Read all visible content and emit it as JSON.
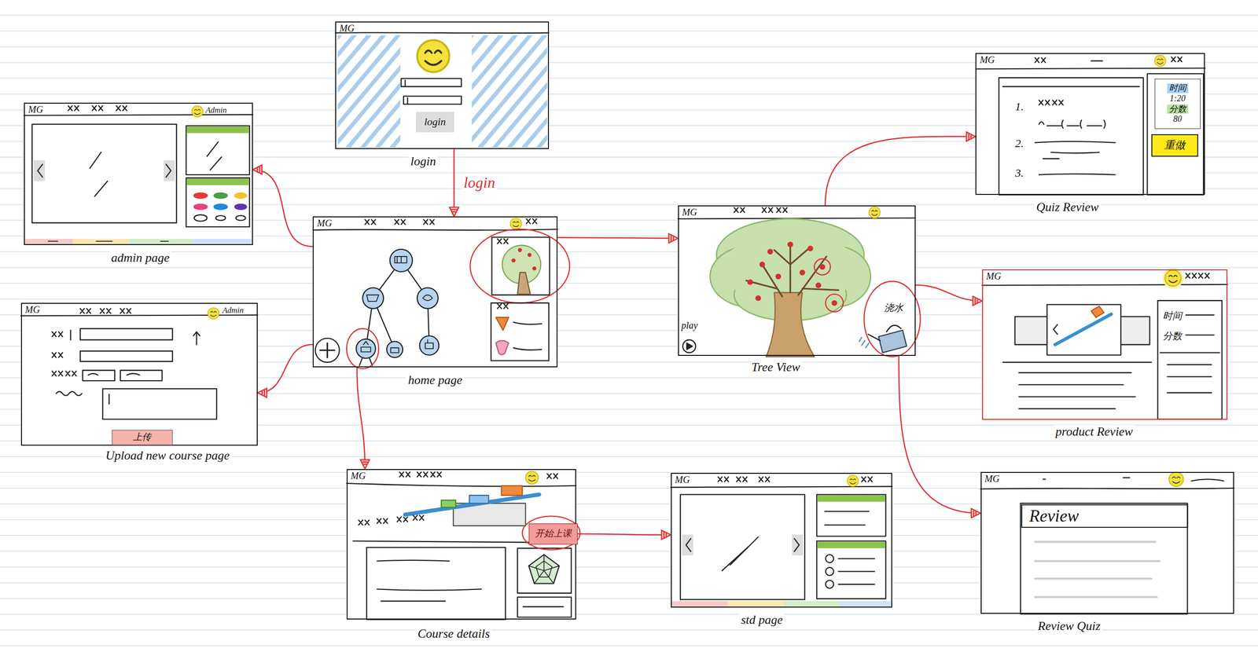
{
  "diagram": {
    "nodes": [
      {
        "text": [
          "MG",
          "login"
        ]
      },
      {
        "text": [
          "login"
        ],
        "in": 0
      },
      {
        "text": [
          "MG",
          "Admin",
          "admin page"
        ]
      },
      {
        "text": [
          "MG",
          "home page"
        ]
      },
      {
        "text": [
          "MG",
          "play",
          "浇水",
          "Tree View"
        ]
      },
      {
        "text": [
          "MG",
          "1.",
          "2.",
          "3.",
          "Quiz Review"
        ]
      },
      {
        "text": [
          "时间",
          "1:20",
          "分数",
          "80"
        ],
        "in": 5
      },
      {
        "text": [
          "重做"
        ],
        "in": 5
      },
      {
        "text": [
          "MG",
          "Admin",
          "Upload new course page"
        ]
      },
      {
        "text": [
          "上传"
        ],
        "in": 8
      },
      {
        "text": [
          "MG",
          "时间",
          "分数",
          "product Review"
        ]
      },
      {
        "text": [
          "MG",
          "Course details"
        ]
      },
      {
        "text": [
          "开始上课"
        ],
        "in": 11
      },
      {
        "text": [
          "MG",
          "std page"
        ]
      },
      {
        "text": [
          "MG",
          "Review Quiz"
        ]
      },
      {
        "text": [
          "Review"
        ],
        "in": 14
      }
    ],
    "edges": [
      {
        "from": 0,
        "to": 3,
        "label": "login",
        "arrow": "to"
      },
      {
        "from": 3,
        "to": 2,
        "arrow": "to"
      },
      {
        "from": 3,
        "to": 8,
        "arrow": "to"
      },
      {
        "from": 3,
        "to": 11,
        "arrow": "to"
      },
      {
        "from": 3,
        "to": 4,
        "arrow": "to"
      },
      {
        "from": 12,
        "to": 13,
        "arrow": "to"
      },
      {
        "from": 4,
        "to": 5,
        "arrow": "to"
      },
      {
        "from": 4,
        "to": 10,
        "arrow": "to"
      },
      {
        "from": 4,
        "to": 14,
        "arrow": "to"
      }
    ]
  }
}
